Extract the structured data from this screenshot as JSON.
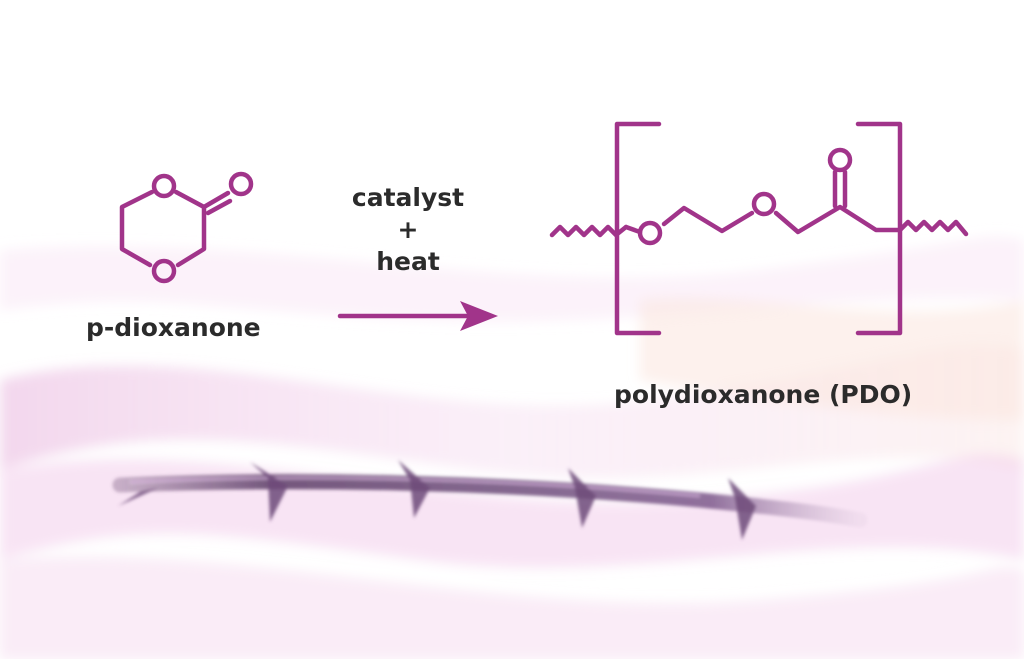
{
  "colors": {
    "structure": "#a1348a",
    "label_text": "#2b2b2b",
    "background_tint": "#f4d6ee",
    "suture_thread": "#7a4f86"
  },
  "monomer": {
    "name": "p-dioxanone",
    "ring_atom_o1": "O",
    "ring_atom_o2": "O",
    "carbonyl_o": "O"
  },
  "reaction": {
    "condition_1": "catalyst",
    "plus": "+",
    "condition_2": "heat",
    "arrow_icon": "right-arrow"
  },
  "polymer": {
    "name": "polydioxanone (PDO)",
    "atom_o1": "O",
    "atom_o2": "O",
    "carbonyl_o": "O"
  },
  "decoration": {
    "image": "barbed suture thread"
  }
}
